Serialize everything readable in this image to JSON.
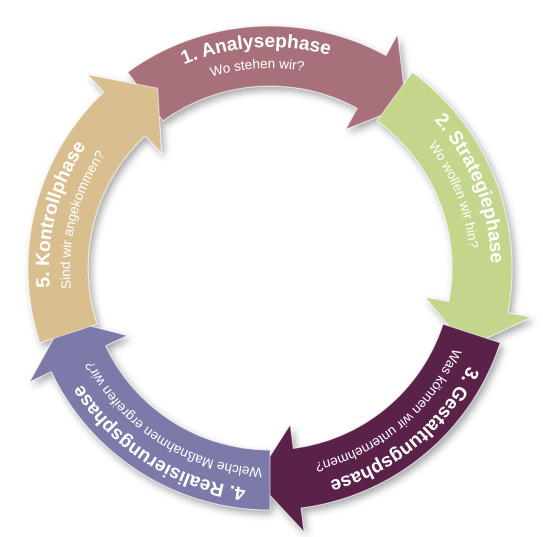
{
  "phases": [
    {
      "title": "1. Analysephase",
      "subtitle": "Wo stehen wir?",
      "color": "#a8707a"
    },
    {
      "title": "2. Strategiephase",
      "subtitle": "Wo wollen wir hin?",
      "color": "#c3d68c"
    },
    {
      "title": "3. Gestaltungsphase",
      "subtitle": "Was können wir unternehmen?",
      "color": "#5a2048"
    },
    {
      "title": "4. Realisierungsphase",
      "subtitle": "Welche Maßnahmen ergreifen wir?",
      "color": "#7c7aa8"
    },
    {
      "title": "5. Kontrollphase",
      "subtitle": "Sind wir angekommen?",
      "color": "#d9bf90"
    }
  ]
}
